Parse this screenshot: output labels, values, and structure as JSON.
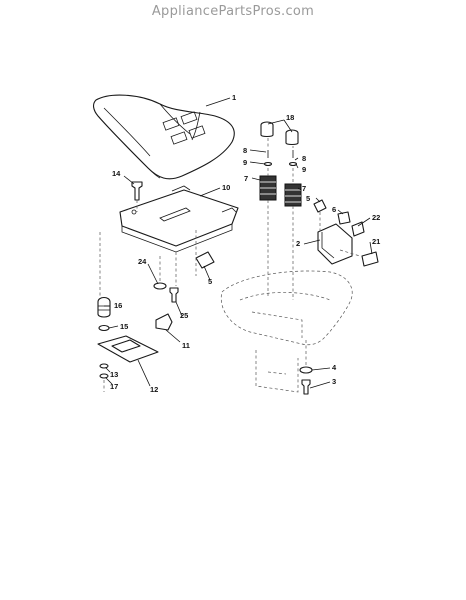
{
  "watermark": "AppliancePartsPros.com",
  "callouts": {
    "c1": "1",
    "c2": "2",
    "c3": "3",
    "c4": "4",
    "c5": "5",
    "c5b": "5",
    "c6": "6",
    "c7": "7",
    "c7b": "7",
    "c8": "8",
    "c8b": "8",
    "c9": "9",
    "c9b": "9",
    "c10": "10",
    "c11": "11",
    "c12": "12",
    "c13": "13",
    "c14": "14",
    "c15": "15",
    "c16": "16",
    "c17": "17",
    "c18": "18",
    "c21": "21",
    "c22": "22",
    "c24": "24",
    "c25": "25"
  }
}
